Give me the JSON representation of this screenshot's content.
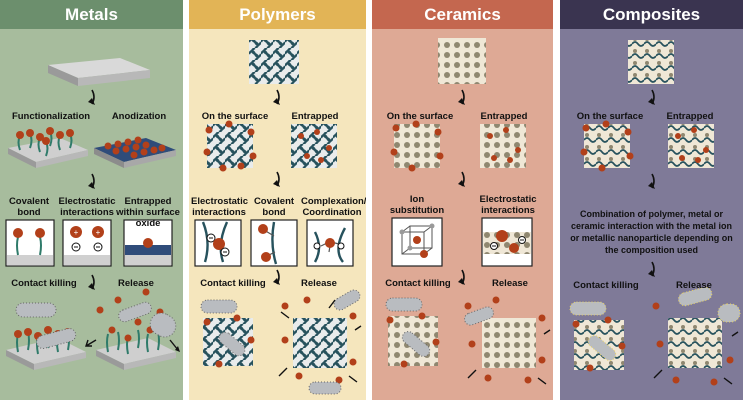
{
  "colors": {
    "metals_header": "#6c8f6d",
    "metals_bg": "#a7bc9d",
    "polymers_header": "#e2b456",
    "polymers_bg": "#f5e6bd",
    "ceramics_header": "#c4674f",
    "ceramics_bg": "#dea995",
    "composites_header": "#3a3450",
    "composites_bg": "#7f7a98",
    "particle": "#b2401a",
    "fiber": "#27525d",
    "bacterium": "#b9bcc0"
  },
  "metals": {
    "title": "Metals",
    "functionalization": "Functionalization",
    "anodization": "Anodization",
    "covalent_bond": "Covalent bond",
    "electrostatic_interactions": "Electrostatic interactions",
    "entrapped_oxide": "Entrapped within surface oxide",
    "contact_killing": "Contact killing",
    "release": "Release"
  },
  "polymers": {
    "title": "Polymers",
    "on_surface": "On the surface",
    "entrapped": "Entrapped",
    "electrostatic_interactions": "Electrostatic interactions",
    "covalent_bond": "Covalent bond",
    "complexation": "Complexation/ Coordination",
    "contact_killing": "Contact killing",
    "release": "Release"
  },
  "ceramics": {
    "title": "Ceramics",
    "on_surface": "On the surface",
    "entrapped": "Entrapped",
    "ion_substitution": "Ion substitution",
    "electrostatic_interactions": "Electrostatic interactions",
    "contact_killing": "Contact killing",
    "release": "Release"
  },
  "composites": {
    "title": "Composites",
    "on_surface": "On the surface",
    "entrapped": "Entrapped",
    "combination_text": "Combination of polymer, metal or ceramic interaction with the metal ion or metallic nanoparticle depending on the composition used",
    "contact_killing": "Contact killing",
    "release": "Release"
  }
}
